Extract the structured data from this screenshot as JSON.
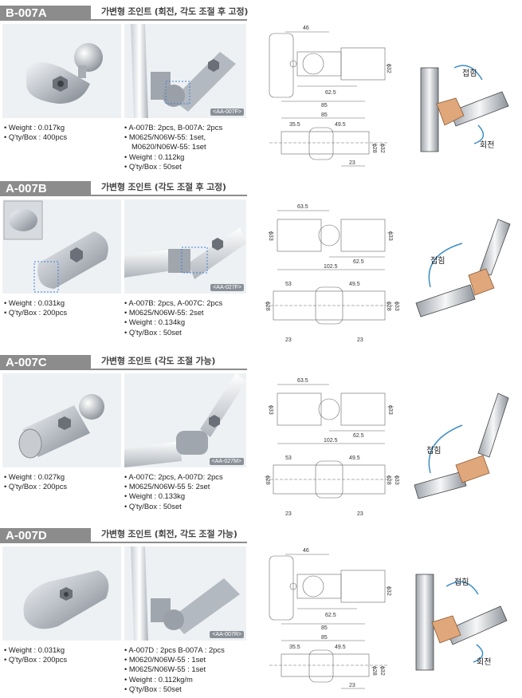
{
  "sections": [
    {
      "code": "B-007A",
      "title": "가변형 조인트 (회전, 각도 조절 후 고정)",
      "photo_code": "<AA-007F>",
      "specs_left": [
        "Weight : 0.017kg",
        "Q'ty/Box : 400pcs"
      ],
      "specs_right": [
        "A-007B: 2pcs, B-007A: 2pcs",
        "M0625/N06W-55: 1set,",
        "M0620/N06W-55: 1set",
        "Weight : 0.112kg",
        "Q'ty/Box : 50set"
      ],
      "dims": {
        "top_a": "46",
        "mid_a": "62.5",
        "bottom_a": "85",
        "top_b": "85",
        "sub_a": "35.5",
        "sub_b": "49.5",
        "dia_a": "ϕ32",
        "dia_b": "ϕ28",
        "dia_c": "ϕ32",
        "bot": "23"
      },
      "labels": [
        "접힘",
        "회전"
      ]
    },
    {
      "code": "A-007B",
      "title": "가변형 조인트 (각도 조절 후 고정)",
      "photo_code": "<AA-027F>",
      "specs_left": [
        "Weight : 0.031kg",
        "Q'ty/Box : 200pcs"
      ],
      "specs_right": [
        "A-007B: 2pcs,   A-007C: 2pcs",
        "M0625/N06W-55: 2set",
        "Weight     : 0.134kg",
        "Q'ty/Box : 50set"
      ],
      "dims": {
        "top_a": "63.5",
        "mid_a": "62.5",
        "bottom_a": "102.5",
        "top_b": "53",
        "sub_b": "49.5",
        "dia_a": "ϕ33",
        "dia_l": "ϕ33",
        "dia_b": "ϕ28",
        "dia_l2": "ϕ28",
        "dia_c": "ϕ33",
        "bot_a": "23",
        "bot_b": "23"
      },
      "labels": [
        "접힘"
      ]
    },
    {
      "code": "A-007C",
      "title": "가변형 조인트 (각도 조절 가능)",
      "photo_code": "<AA-027M>",
      "specs_left": [
        "Weight : 0.027kg",
        "Q'ty/Box : 200pcs"
      ],
      "specs_right": [
        "A-007C: 2pcs, A-007D: 2pcs",
        "M0625/N06W-55    5: 2set",
        "Weight     : 0.133kg",
        "Q'ty/Box : 50set"
      ],
      "dims": {
        "top_a": "63.5",
        "mid_a": "62.5",
        "bottom_a": "102.5",
        "top_b": "53",
        "sub_b": "49.5",
        "dia_a": "ϕ33",
        "dia_l": "ϕ33",
        "dia_b": "ϕ28",
        "dia_l2": "ϕ28",
        "dia_c": "ϕ33",
        "bot_a": "23",
        "bot_b": "23"
      },
      "labels": [
        "접힘"
      ]
    },
    {
      "code": "A-007D",
      "title": "가변형 조인트 (회전, 각도 조절 가능)",
      "photo_code": "<AA-007R>",
      "specs_left": [
        "Weight : 0.031kg",
        "Q'ty/Box : 200pcs"
      ],
      "specs_right": [
        "A-007D : 2pcs B-007A : 2pcs",
        "M0620/N06W-55 : 1set",
        "M0625/N06W-55 : 1set",
        "Weight      : 0.112kg/m",
        "Q'ty/Box : 50set"
      ],
      "dims": {
        "top_a": "46",
        "mid_a": "62.5",
        "bottom_a": "85",
        "top_b": "85",
        "sub_a": "35.5",
        "sub_b": "49.5",
        "dia_a": "ϕ32",
        "dia_b": "ϕ28",
        "dia_c": "ϕ32",
        "bot": "23"
      },
      "labels": [
        "접힘",
        "회전"
      ]
    }
  ]
}
